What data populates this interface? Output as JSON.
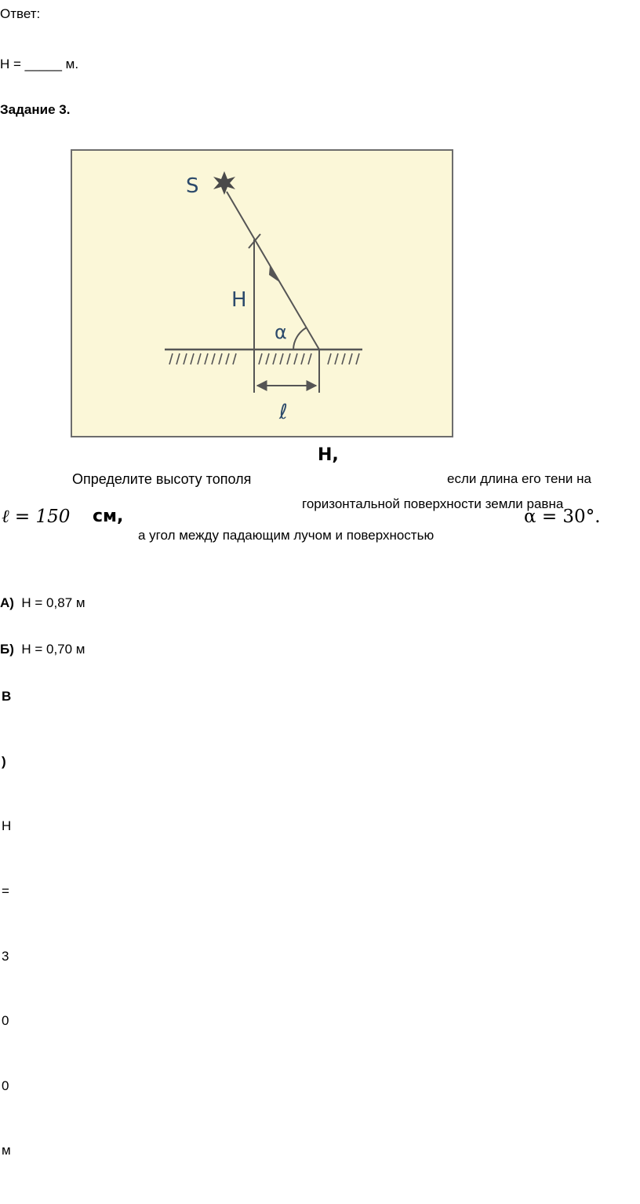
{
  "answer_label": "Ответ:",
  "answer_line": "H = _____ м.",
  "task_title": "Задание 3.",
  "figure": {
    "label_source": "S",
    "label_height": "H",
    "label_angle": "α",
    "label_length": "ℓ",
    "fill_color": "#fbf7d8",
    "line_color": "#555555",
    "label_color": "#2c4a6b"
  },
  "question": {
    "part1": "Определите высоту тополя",
    "var_H": "H,",
    "part2": "если длина его тени на",
    "part3": "горизонтальной поверхности земли равна",
    "ell_eq": "ℓ = 150",
    "ell_unit": "см,",
    "part4": "а угол между падающим лучом и поверхностью",
    "alpha_eq": "α = 30°."
  },
  "options": [
    {
      "label": "А)",
      "text": "H = 0,87 м"
    },
    {
      "label": "Б)",
      "text": "H = 0,70 м"
    }
  ],
  "option_c_label_chars": [
    "В",
    ")"
  ],
  "option_c_text_chars": [
    "Н",
    "=",
    "3",
    "0",
    "0",
    "м"
  ]
}
